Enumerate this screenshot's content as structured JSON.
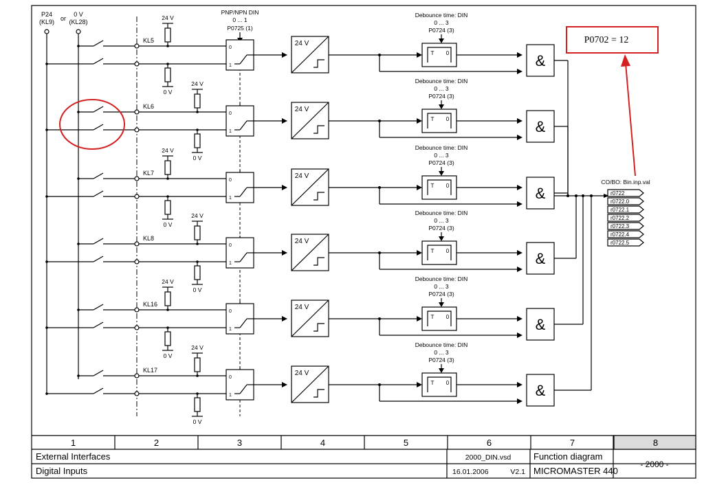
{
  "supply": {
    "p24_label": "P24",
    "p24_terminal": "(KL9)",
    "or_label": "or",
    "zero_v_label": "0 V",
    "zero_v_terminal": "(KL28)"
  },
  "terminals": [
    "KL5",
    "KL6",
    "KL7",
    "KL8",
    "KL16",
    "KL17"
  ],
  "voltage_24v": "24 V",
  "voltage_0v": "0 V",
  "pnp_npn": {
    "title": "PNP/NPN DIN",
    "range": "0 ... 1",
    "param": "P0725 (1)",
    "pos0": "0",
    "pos1": "1"
  },
  "converter_label": "24 V",
  "debounce": {
    "title": "Debounce time: DIN",
    "range": "0 ... 3",
    "param": "P0724 (3)",
    "t_label": "T",
    "zero_label": "0"
  },
  "and_symbol": "&",
  "highlight_param": "P0702  =  12",
  "output": {
    "title": "CO/BO: Bin.inp.val",
    "params": [
      "r0722",
      "r0722.0",
      "r0722.1",
      "r0722.2",
      "r0722.3",
      "r0722.4",
      "r0722.5"
    ]
  },
  "columns": [
    "1",
    "2",
    "3",
    "4",
    "5",
    "6",
    "7",
    "8"
  ],
  "title_block": {
    "row1_left": "External Interfaces",
    "row2_left": "Digital Inputs",
    "file": "2000_DIN.vsd",
    "date": "16.01.2006",
    "version": "V2.1",
    "function_diagram": "Function diagram",
    "product": "MICROMASTER 440",
    "sheet": "- 2000 -"
  },
  "colors": {
    "highlight": "#d42020",
    "line": "#000000"
  }
}
